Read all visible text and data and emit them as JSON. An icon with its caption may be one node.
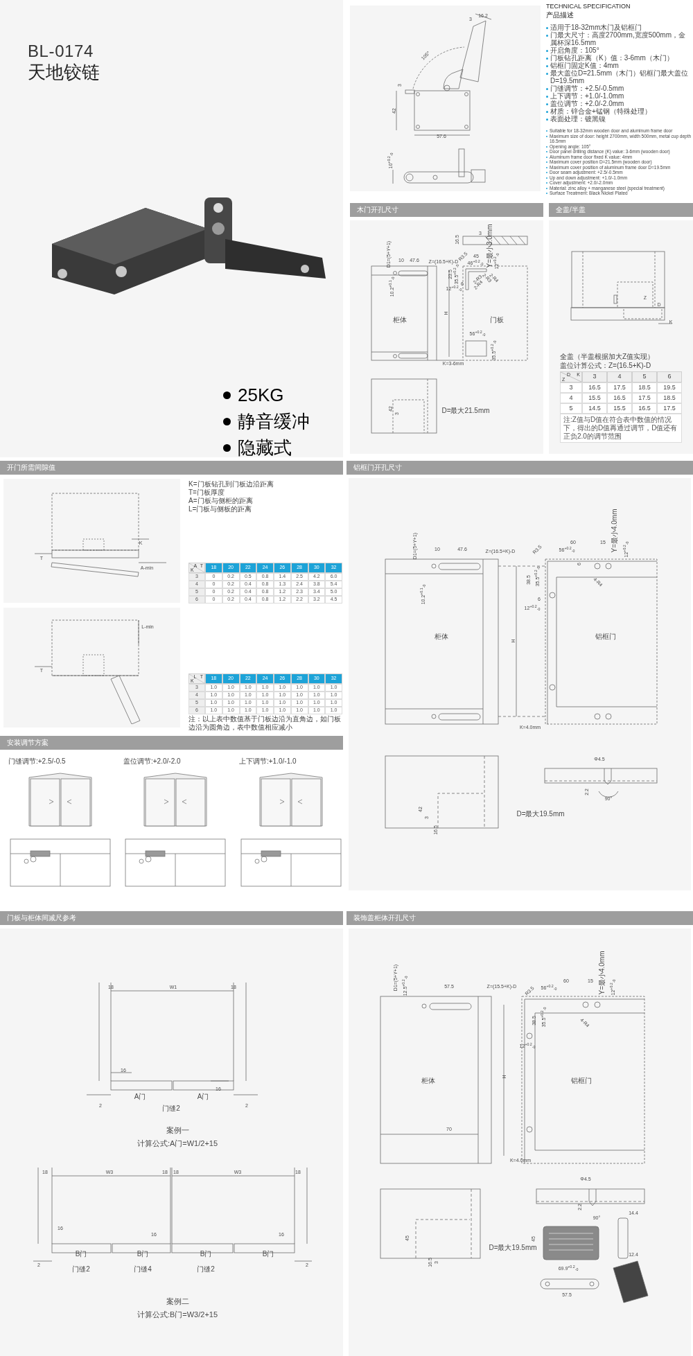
{
  "diagram": {
    "nodes": [
      {
        "text": [
          "木门开孔尺寸"
        ]
      },
      {
        "text": [
          "全盖/半盖"
        ]
      },
      {
        "text": [
          "开门所需间隙值"
        ]
      },
      {
        "text": [
          "铝框门开孔尺寸"
        ]
      },
      {
        "text": [
          "安装调节方案"
        ]
      },
      {
        "text": [
          "门板与柜体间减尺参考"
        ]
      },
      {
        "text": [
          "装饰盖柜体开孔尺寸"
        ]
      }
    ],
    "labels": [
      "BL-0174",
      "天地铰链",
      "25KG",
      "静音缓冲",
      "隐藏式",
      "16.2",
      "3",
      "105°",
      "3",
      "42",
      "57.6",
      "10$^{+0.2}$$_{-0}$",
      "TECHNICAL SPECIFICATION",
      "产品描述",
      "适用于18-32mm木门及铝框门",
      "门最大尺寸：高度2700mm,宽度500mm，金属杯深16.5mm",
      "开启角度：105°",
      "门板钻孔距离（K）值：3-6mm（木门）",
      "铝框门固定K值：4mm",
      "最大盖位D=21.5mm（木门）铝框门最大盖位D=19.5mm",
      "门缝调节：+2.5/-0.5mm",
      "上下调节：+1.0/-1.0mm",
      "盖位调节：+2.0/-2.0mm",
      "材质：锌合金+锰钢（特殊处理）",
      "表面处理：镀黑镍",
      "Suitable for 18-32mm wooden door and aluminum frame door",
      "Maximum size of door: height 2700mm, width 500mm, metal cup depth 16.5mm",
      "Opening angle: 105°",
      "Door panel drilling distance (K) value: 3-6mm (wooden door)",
      "Aluminum frame door fixed K value: 4mm",
      "Maximum cover position D=21.5mm (wooden door)",
      "Maximum cover position of aluminum frame door D=19.5mm",
      "Door seam adjustment: +2.5/-0.5mm",
      "Up and down adjustment: +1.0/-1.0mm",
      "Cover adjustment: +2.0/-2.0mm",
      "Material: zinc alloy + manganese steel (special treatment)",
      "Surface Treatment: Black Nickel Plated",
      "D1=(5+Y+1)",
      "10",
      "47.6",
      "Z=(16.5+K)-D",
      "R3.5",
      "45",
      "46$^{+0.2}$$_{-0}$",
      "Y=最小3.0mm",
      "12$^{+0.2}$$_{-0}$",
      "16.5",
      "3",
      "23.5",
      "35.5$^{+0.2}$$_{-0}$",
      "6",
      "12$^{+0.2}$$_{-0}$",
      "2-R3",
      "2-R4",
      "2-R3",
      "2-R4",
      "10.2$^{+0.1}$$_{-0}$",
      "H",
      "柜体",
      "门板",
      "56$^{+0.2}$$_{-0}$",
      "35.5$^{+0.2}$$_{-0}$",
      "K=3-6mm",
      "42",
      "3",
      "D=最大21.5mm",
      "Z",
      "D",
      "K",
      "全盖（半盖根据加大Z值实现）",
      "盖位计算公式：Z=(16.5+K)-D",
      "D",
      "K",
      "Z",
      "3",
      "4",
      "5",
      "6",
      "3",
      "16.5",
      "17.5",
      "18.5",
      "19.5",
      "4",
      "15.5",
      "16.5",
      "17.5",
      "18.5",
      "5",
      "14.5",
      "15.5",
      "16.5",
      "17.5",
      "注:Z值与D值在符合表中数值的情况下，得出的D值再通过调节，D值还有正负2.0的调节范围",
      "K",
      "T",
      "A-min",
      "T",
      "L-min",
      "K=门板钻孔到门板边沿距离",
      "T=门板厚度",
      "A=门板与侧柜的距离",
      "L=门板与侧板的距离",
      "A",
      "T",
      "K",
      "18",
      "20",
      "22",
      "24",
      "26",
      "28",
      "30",
      "32",
      "3",
      "0",
      "0.2",
      "0.5",
      "0.8",
      "1.4",
      "2.5",
      "4.2",
      "6.0",
      "4",
      "0",
      "0.2",
      "0.4",
      "0.8",
      "1.3",
      "2.4",
      "3.8",
      "5.4",
      "5",
      "0",
      "0.2",
      "0.4",
      "0.8",
      "1.2",
      "2.3",
      "3.4",
      "5.0",
      "6",
      "0",
      "0.2",
      "0.4",
      "0.8",
      "1.2",
      "2.2",
      "3.2",
      "4.5",
      "L",
      "T",
      "K",
      "18",
      "20",
      "22",
      "24",
      "26",
      "28",
      "30",
      "32",
      "3",
      "1.0",
      "1.0",
      "1.0",
      "1.0",
      "1.0",
      "1.0",
      "1.0",
      "1.0",
      "4",
      "1.0",
      "1.0",
      "1.0",
      "1.0",
      "1.0",
      "1.0",
      "1.0",
      "1.0",
      "5",
      "1.0",
      "1.0",
      "1.0",
      "1.0",
      "1.0",
      "1.0",
      "1.0",
      "1.0",
      "6",
      "1.0",
      "1.0",
      "1.0",
      "1.0",
      "1.0",
      "1.0",
      "1.0",
      "1.0",
      "注：以上表中数值基于门板边沿为直角边，如门板边沿为圆角边，表中数值相应减小",
      "D1=(5+Y+1)",
      "10",
      "47.6",
      "Z=(16.5+K)-D",
      "R3.5",
      "60",
      "15",
      "56$^{+0.2}$$_{-0}$",
      "Y=最小4.0mm",
      "12$^{+0.2}$$_{-0}$",
      "6",
      "38.5",
      "35.5$^{+0.2}$$_{-0}$",
      "4-R4",
      "6",
      "12$^{+0.2}$$_{-0}$",
      "10.2$^{+0.1}$$_{-0}$",
      "H",
      "柜体",
      "铝框门",
      "K=4.0mm",
      "Φ4.5",
      "2.2",
      "90°",
      "42",
      "3",
      "16.5",
      "D=最大19.5mm",
      "门缝调节:+2.5/-0.5",
      "盖位调节:+2.0/-2.0",
      "上下调节:+1.0/-1.0",
      "18",
      "W1",
      "18",
      "16",
      "16",
      "2",
      "A门",
      "门缝2",
      "A门",
      "2",
      "案例一",
      "计算公式:A门=W1/2+15",
      "18",
      "W3",
      "18",
      "18",
      "W3",
      "18",
      "16",
      "16",
      "16",
      "2",
      "B门",
      "B门",
      "B门",
      "B门",
      "2",
      "门缝2",
      "门缝4",
      "门缝2",
      "案例二",
      "计算公式:B门=W3/2+15",
      "D1=(5+Y+1)",
      "12.5$^{+0.2}$$_{-0}$",
      "57.5",
      "Z=(15.5+K)-D",
      "R3.5",
      "60",
      "15",
      "56$^{+0.2}$$_{-0}$",
      "Y=最小4.0mm",
      "12$^{+0.2}$$_{-0}$",
      "38.5",
      "35.5$^{+0.2}$$_{-0}$",
      "4-R4",
      "12$^{+0.2}$$_{-0}$",
      "柜体",
      "H",
      "铝框门",
      "70",
      "K=4.0mm",
      "45",
      "16.5",
      "3",
      "D=最大19.5mm",
      "Φ4.5",
      "2.2",
      "90°",
      "14.4",
      "45",
      "12.4",
      "69.9$^{+0.2}$$_{-0}$",
      "57.5"
    ]
  }
}
